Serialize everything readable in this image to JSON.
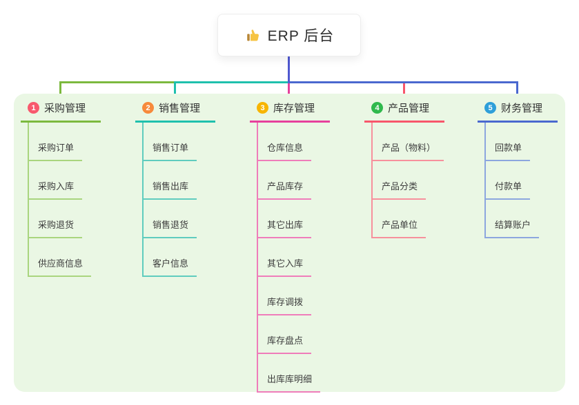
{
  "root": {
    "label": "ERP 后台",
    "icon": "thumbs-up-icon"
  },
  "colors": {
    "page_background": "#ffffff",
    "panel_background": "#eaf7e4",
    "root_stub_line": "#4f58d0"
  },
  "branches": [
    {
      "number": "1",
      "label": "采购管理",
      "badge_color": "#f8596d",
      "accent_color": "#7cb93e",
      "line_color": "#a9d57e",
      "children": [
        "采购订单",
        "采购入库",
        "采购退货",
        "供应商信息"
      ]
    },
    {
      "number": "2",
      "label": "销售管理",
      "badge_color": "#f78a3c",
      "accent_color": "#1fc0ad",
      "line_color": "#5fccbe",
      "children": [
        "销售订单",
        "销售出库",
        "销售退货",
        "客户信息"
      ]
    },
    {
      "number": "3",
      "label": "库存管理",
      "badge_color": "#f7b500",
      "accent_color": "#e6409c",
      "line_color": "#ef7cba",
      "children": [
        "仓库信息",
        "产品库存",
        "其它出库",
        "其它入库",
        "库存调拨",
        "库存盘点",
        "出库库明细"
      ]
    },
    {
      "number": "4",
      "label": "产品管理",
      "badge_color": "#30b94d",
      "accent_color": "#f8566b",
      "line_color": "#f7909c",
      "children": [
        "产品（物料）",
        "产品分类",
        "产品单位"
      ]
    },
    {
      "number": "5",
      "label": "财务管理",
      "badge_color": "#2e9fd9",
      "accent_color": "#4a68cf",
      "line_color": "#8ca6de",
      "children": [
        "回款单",
        "付款单",
        "结算账户"
      ]
    }
  ]
}
